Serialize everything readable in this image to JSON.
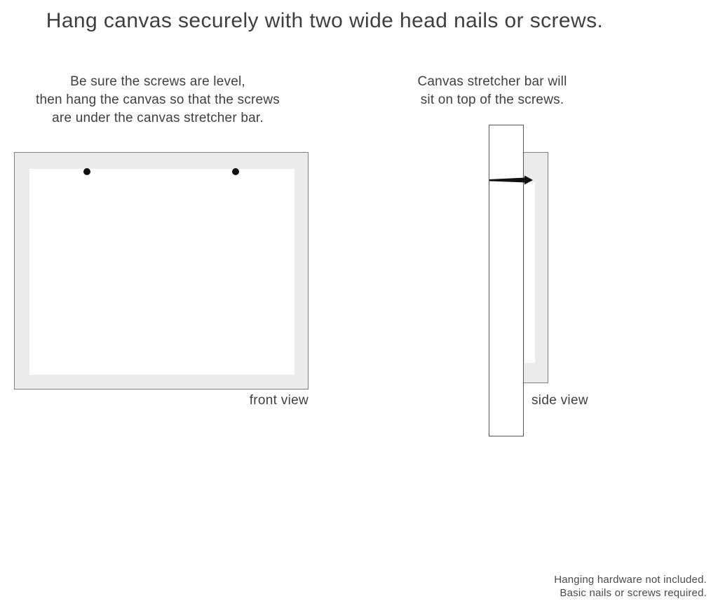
{
  "title": "Hang canvas securely with two wide head nails or screws.",
  "instructions": {
    "front": {
      "line1": "Be sure the screws are level,",
      "line2": "then hang the canvas so that the screws",
      "line3": "are under the canvas stretcher bar."
    },
    "side": {
      "line1": "Canvas stretcher bar will",
      "line2": "sit on top of the screws."
    }
  },
  "labels": {
    "front_view": "front view",
    "side_view": "side view"
  },
  "footer": {
    "line1": "Hanging hardware not included.",
    "line2": "Basic nails or screws required."
  },
  "diagram": {
    "screw_count": 2,
    "views": [
      "front view",
      "side view"
    ]
  },
  "colors": {
    "text": "#3f3f3f",
    "footer_text": "#4a4a4a",
    "canvas_fill": "#ebebeb",
    "frame_border": "#7f7f7f",
    "wall_border": "#555555",
    "hardware_black": "#111111",
    "background": "#ffffff"
  }
}
